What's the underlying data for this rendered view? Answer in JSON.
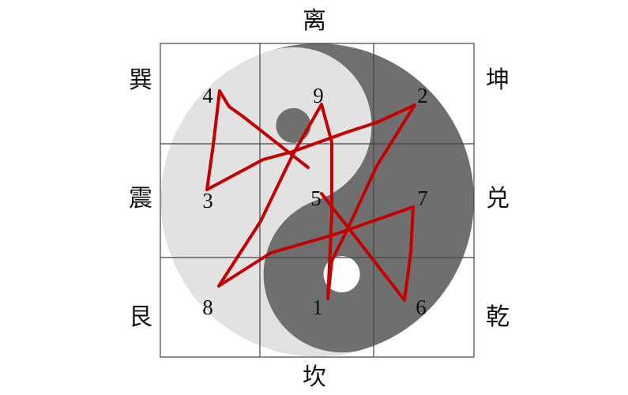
{
  "trigrams": {
    "top": "离",
    "bottom": "坎",
    "top_left": "巽",
    "left": "震",
    "bottom_left": "艮",
    "top_right": "坤",
    "right": "兑",
    "bottom_right": "乾"
  },
  "grid_numbers": [
    [
      "4",
      "9",
      "2"
    ],
    [
      "3",
      "5",
      "7"
    ],
    [
      "8",
      "1",
      "6"
    ]
  ],
  "path_order": [
    "1",
    "2",
    "3",
    "4",
    "5",
    "6",
    "7",
    "8",
    "9",
    "1"
  ],
  "colors": {
    "yin_light": "#e2e2e2",
    "yang_dark": "#6f6f6f",
    "path_red": "#c40000",
    "grid_line": "#444444"
  }
}
